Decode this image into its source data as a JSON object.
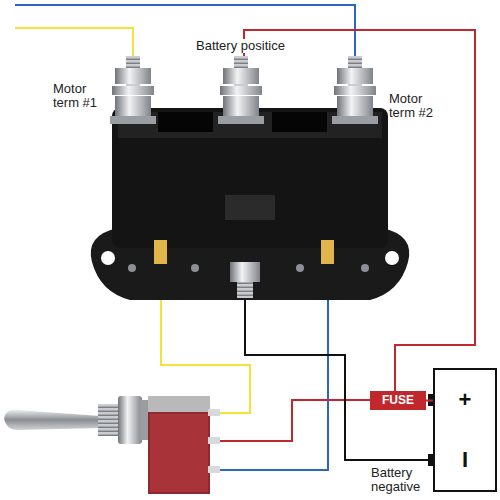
{
  "diagram": {
    "nodes": [
      {
        "text": [
          "FUSE"
        ]
      },
      {
        "text": [
          "+",
          "I"
        ]
      }
    ],
    "edges": [
      {
        "from": 0,
        "to": 1,
        "arrow": "none"
      }
    ],
    "labels": [
      "Motor term #1",
      "Battery positice",
      "Motor term #2",
      "Battery negative"
    ]
  }
}
